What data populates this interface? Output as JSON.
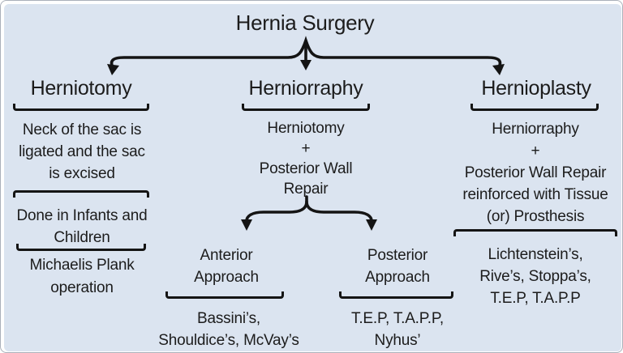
{
  "title": "Hernia Surgery",
  "columns": [
    {
      "heading": "Herniotomy",
      "sections": [
        {
          "lines": [
            "Neck of the sac is",
            "ligated and the sac",
            "is excised"
          ]
        },
        {
          "lines": [
            "Done in Infants and",
            "Children"
          ]
        },
        {
          "lines": [
            "Michaelis Plank",
            "operation"
          ]
        }
      ]
    },
    {
      "heading": "Herniorraphy",
      "formula": [
        "Herniotomy",
        "+",
        "Posterior Wall",
        "Repair"
      ],
      "branches": [
        {
          "label": [
            "Anterior",
            "Approach"
          ],
          "examples": [
            "Bassini’s,",
            "Shouldice’s, McVay’s"
          ]
        },
        {
          "label": [
            "Posterior",
            "Approach"
          ],
          "examples": [
            "T.E.P, T.A.P.P,",
            "Nyhus’"
          ]
        }
      ]
    },
    {
      "heading": "Hernioplasty",
      "formula": [
        "Herniorraphy",
        "+",
        "Posterior Wall Repair",
        "reinforced with Tissue",
        "(or) Prosthesis"
      ],
      "examples": [
        "Lichtenstein’s,",
        "Rive’s, Stoppa’s,",
        "T.E.P, T.A.P.P"
      ]
    }
  ],
  "colors": {
    "background": "#dbe4f0",
    "text": "#1c1c1c",
    "line": "#141414"
  }
}
